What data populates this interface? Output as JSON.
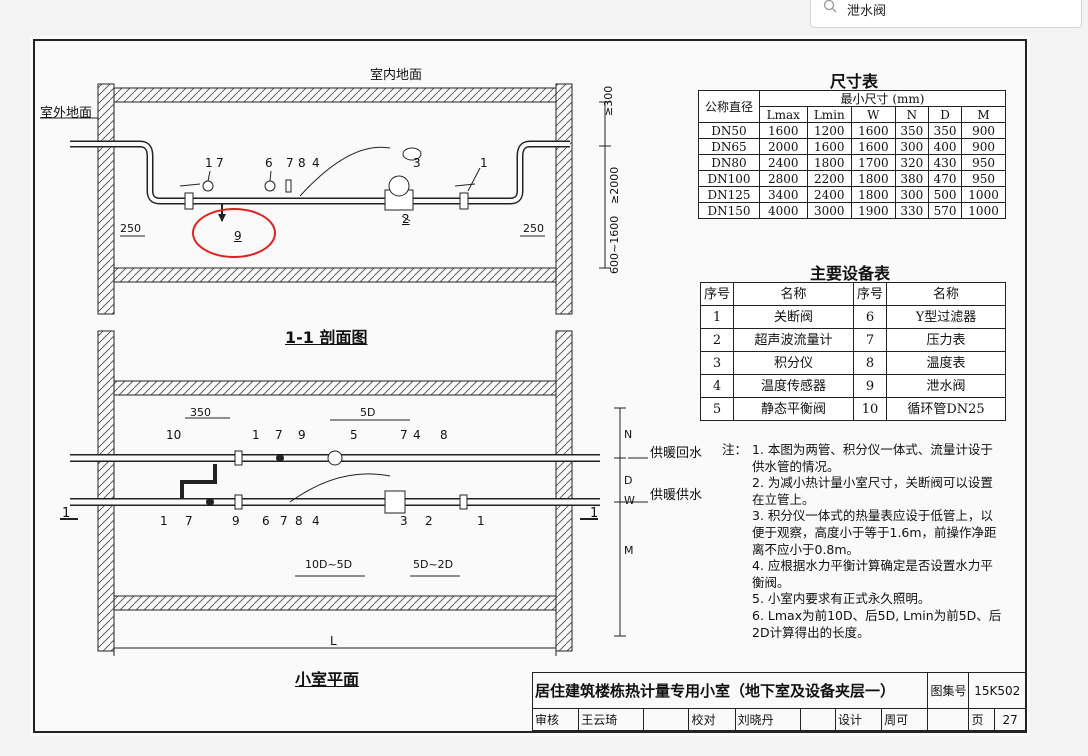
{
  "search": {
    "query": "泄水阀"
  },
  "labels": {
    "indoor_floor": "室内地面",
    "outdoor_floor": "室外地面",
    "section_title": "1-1 剖面图",
    "plan_title": "小室平面",
    "return_water": "供暖回水",
    "supply_water": "供暖供水",
    "dim_250": "250",
    "dim_300": "≥300",
    "dim_2000": "≥2000",
    "dim_600": "600~1600",
    "dim_350": "350",
    "dim_5D": "5D",
    "dim_10D5D": "10D~5D",
    "dim_5D2D": "5D~2D",
    "dim_L": "L",
    "dim_N": "N",
    "dim_D": "D",
    "dim_W": "W",
    "dim_M": "M",
    "section_mark": "1"
  },
  "section_callouts": [
    "1",
    "7",
    "6",
    "7",
    "8",
    "4",
    "3",
    "1",
    "2",
    "9"
  ],
  "plan_callouts": [
    "10",
    "1",
    "7",
    "9",
    "5",
    "7",
    "4",
    "8",
    "1",
    "7",
    "9",
    "6",
    "7",
    "8",
    "4",
    "3",
    "2",
    "1"
  ],
  "dimension_table": {
    "title": "尺寸表",
    "header_spec": "公称直径",
    "header_min": "最小尺寸 (mm)",
    "columns": [
      "Lmax",
      "Lmin",
      "W",
      "N",
      "D",
      "M"
    ],
    "rows": [
      [
        "DN50",
        "1600",
        "1200",
        "1600",
        "350",
        "350",
        "900"
      ],
      [
        "DN65",
        "2000",
        "1600",
        "1600",
        "300",
        "400",
        "900"
      ],
      [
        "DN80",
        "2400",
        "1800",
        "1700",
        "320",
        "430",
        "950"
      ],
      [
        "DN100",
        "2800",
        "2200",
        "1800",
        "380",
        "470",
        "950"
      ],
      [
        "DN125",
        "3400",
        "2400",
        "1800",
        "300",
        "500",
        "1000"
      ],
      [
        "DN150",
        "4000",
        "3000",
        "1900",
        "330",
        "570",
        "1000"
      ]
    ]
  },
  "equipment_table": {
    "title": "主要设备表",
    "headers": [
      "序号",
      "名称",
      "序号",
      "名称"
    ],
    "rows": [
      [
        "1",
        "关断阀",
        "6",
        "Y型过滤器"
      ],
      [
        "2",
        "超声波流量计",
        "7",
        "压力表"
      ],
      [
        "3",
        "积分仪",
        "8",
        "温度表"
      ],
      [
        "4",
        "温度传感器",
        "9",
        "泄水阀"
      ],
      [
        "5",
        "静态平衡阀",
        "10",
        "循环管DN25"
      ]
    ]
  },
  "notes": {
    "label": "注：",
    "items": [
      "1. 本图为两管、积分仪一体式、流量计设于供水管的情况。",
      "2. 为减小热计量小室尺寸，关断阀可以设置在立管上。",
      "3. 积分仪一体式的热量表应设于低管上，以便于观察，高度小于等于1.6m，前操作净距离不应小于0.8m。",
      "4. 应根据水力平衡计算确定是否设置水力平衡阀。",
      "5. 小室内要求有正式永久照明。",
      "6. Lmax为前10D、后5D, Lmin为前5D、后2D计算得出的长度。"
    ]
  },
  "title_block": {
    "title": "居住建筑楼栋热计量专用小室（地下室及设备夹层一）",
    "atlas_label": "图集号",
    "atlas_no": "15K502",
    "review_label": "审核",
    "reviewer": "王云琦",
    "check_label": "校对",
    "checker": "刘晓丹",
    "design_label": "设计",
    "designer": "周可",
    "page_label": "页",
    "page_no": "27"
  },
  "colors": {
    "highlight": "#e02020",
    "line": "#222222"
  }
}
